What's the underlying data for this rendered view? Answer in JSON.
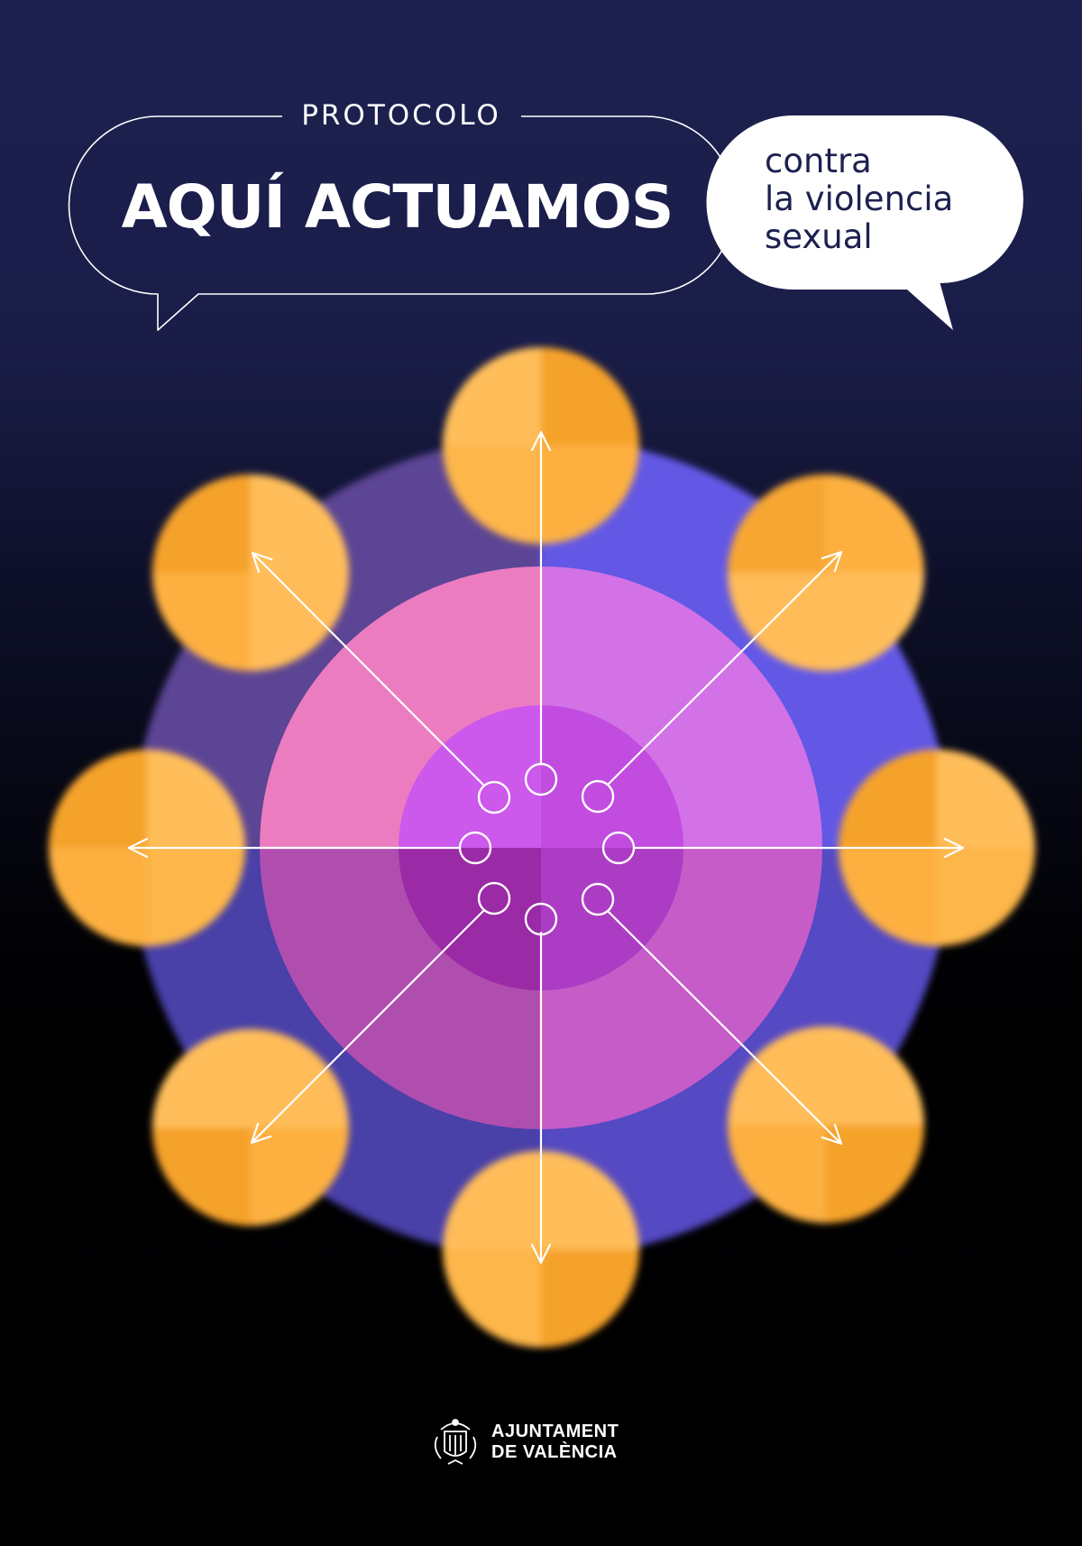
{
  "header": {
    "protocol_label": "PROTOCOLO",
    "title": "AQUÍ ACTUAMOS",
    "subtitle_lines": [
      "contra",
      "la violencia",
      "sexual"
    ]
  },
  "footer": {
    "org_lines": [
      "AJUNTAMENT",
      "DE VALÈNCIA"
    ],
    "logo_icon": "coat-of-arms-icon"
  },
  "colors": {
    "background_top": "#1d2150",
    "background_bottom": "#000000",
    "outer_ring": "#5a50c8",
    "middle_ring": "#e070c0",
    "inner_core": "#b040c8",
    "satellite": "#fbb040",
    "arrows": "#ffffff",
    "bubble_fill": "#ffffff",
    "text_dark": "#1d2150"
  },
  "illustration": {
    "satellite_count": 8,
    "arrow_count": 8
  }
}
